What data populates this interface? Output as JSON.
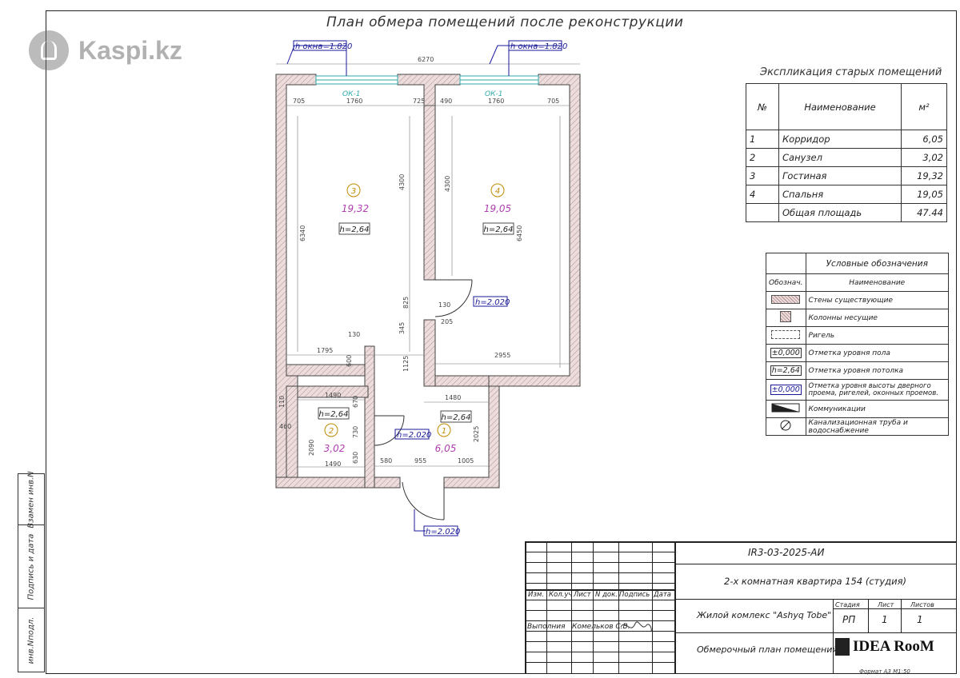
{
  "watermark": {
    "logo_text": "Kaspi.kz"
  },
  "plan": {
    "title": "План обмера помещений после реконструкции",
    "window_height_tags": [
      "h окна=1.820",
      "h окна=1.820"
    ],
    "window_marks": [
      "ОК-1",
      "ОК-1"
    ],
    "rooms": [
      {
        "number": "3",
        "area": "19,32",
        "height": "h=2,64"
      },
      {
        "number": "4",
        "area": "19,05",
        "height": "h=2,64"
      },
      {
        "number": "2",
        "area": "3,02",
        "height": "h=2,64"
      },
      {
        "number": "1",
        "area": "6,05",
        "height": "h=2,64"
      }
    ],
    "door_tags": [
      "h=2.020",
      "h=2.020",
      "h=2.020"
    ],
    "dimensions": [
      "6270",
      "705",
      "1760",
      "725",
      "490",
      "1760",
      "705",
      "4300",
      "4300",
      "6340",
      "6450",
      "825",
      "130",
      "345",
      "205",
      "130",
      "1795",
      "600",
      "2955",
      "1125",
      "1480",
      "1490",
      "670",
      "730",
      "630",
      "1490",
      "2090",
      "2025",
      "580",
      "955",
      "1005",
      "110",
      "460"
    ]
  },
  "explication": {
    "title": "Экспликация старых помещений",
    "headers": [
      "№",
      "Наименование",
      "м²"
    ],
    "rows": [
      [
        "1",
        "Корридор",
        "6,05"
      ],
      [
        "2",
        "Санузел",
        "3,02"
      ],
      [
        "3",
        "Гостиная",
        "19,32"
      ],
      [
        "4",
        "Спальня",
        "19,05"
      ],
      [
        "",
        "Общая площадь",
        "47.44"
      ]
    ]
  },
  "legend": {
    "title": "Условные обозначения",
    "col_symbol": "Обознач.",
    "col_name": "Наименование",
    "items": [
      {
        "symbol": "",
        "name": "Стены существующие"
      },
      {
        "symbol": "",
        "name": "Колонны несущие"
      },
      {
        "symbol": "",
        "name": "Ригель"
      },
      {
        "symbol": "±0,000",
        "name": "Отметка уровня пола"
      },
      {
        "symbol": "h=2,64",
        "name": "Отметка уровня потолка"
      },
      {
        "symbol": "±0,000",
        "name": "Отметка уровня высоты дверного проема, ригелей, оконных проемов."
      },
      {
        "symbol": "",
        "name": "Коммуникации"
      },
      {
        "symbol": "",
        "name": "Канализационная труба и водоснабжение"
      }
    ]
  },
  "stamp": {
    "code": "IR3-03-2025-АИ",
    "object": "2-х комнатная квартира 154 (студия)",
    "complex": "Жилой комлекс \"Ashyq Tobe\"",
    "sheet_title": "Обмерочный план помещений",
    "col_headers": [
      "Изм.",
      "Кол.уч",
      "Лист",
      "N док.",
      "Подпись",
      "Дата"
    ],
    "performed_label": "Выполния",
    "performer": "Комельков С.В.",
    "stage_header": "Стадия",
    "sheet_header": "Лист",
    "sheets_header": "Листов",
    "stage": "РП",
    "sheet": "1",
    "sheets": "1",
    "company": "IDEA RooM",
    "format": "Формат А3 М1:50"
  },
  "side_strip": [
    "Взамен инв.N",
    "Подпись и дата",
    "инв.Nподл."
  ]
}
